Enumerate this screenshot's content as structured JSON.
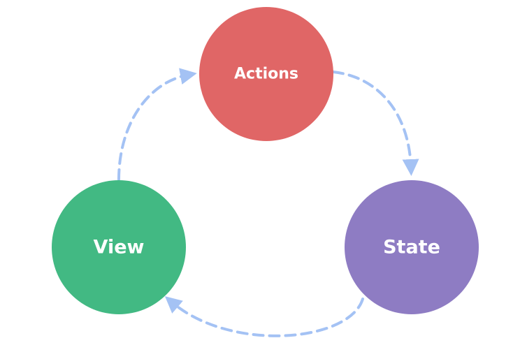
{
  "colors": {
    "actions": "#e06666",
    "state": "#8e7cc3",
    "view": "#42b983",
    "arrow": "#a4c2f4",
    "background": "#ffffff"
  },
  "nodes": {
    "actions": {
      "label": "Actions"
    },
    "state": {
      "label": "State"
    },
    "view": {
      "label": "View"
    }
  },
  "edges": [
    {
      "from": "actions",
      "to": "state",
      "style": "dashed"
    },
    {
      "from": "state",
      "to": "view",
      "style": "dashed"
    },
    {
      "from": "view",
      "to": "actions",
      "style": "dashed"
    }
  ]
}
